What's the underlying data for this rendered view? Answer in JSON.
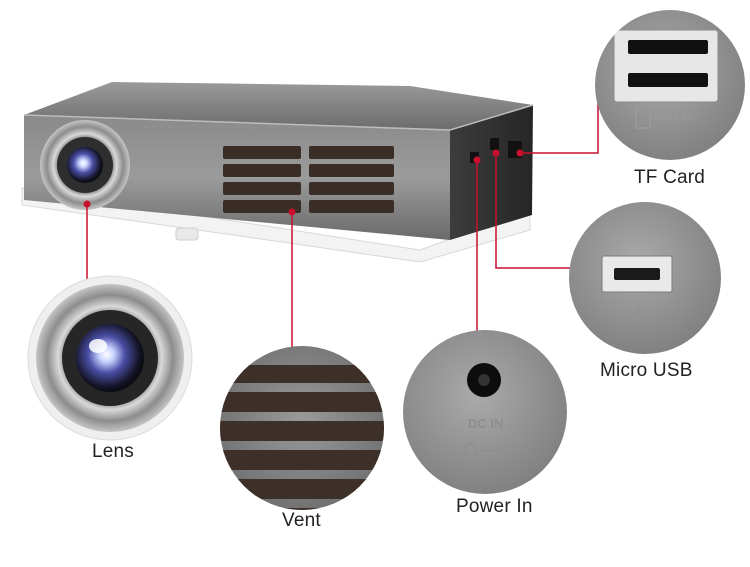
{
  "callouts": {
    "lens": "Lens",
    "vent": "Vent",
    "power_in": "Power In",
    "micro_usb": "Micro USB",
    "tf_card": "TF Card"
  },
  "port_markings": {
    "micro_sd_logo": "micro SD",
    "dc_in": "DC IN"
  },
  "colors": {
    "leader_line": "#c8102e",
    "projector_body": "#7b7b7b",
    "base_white": "#f4f4f4"
  }
}
